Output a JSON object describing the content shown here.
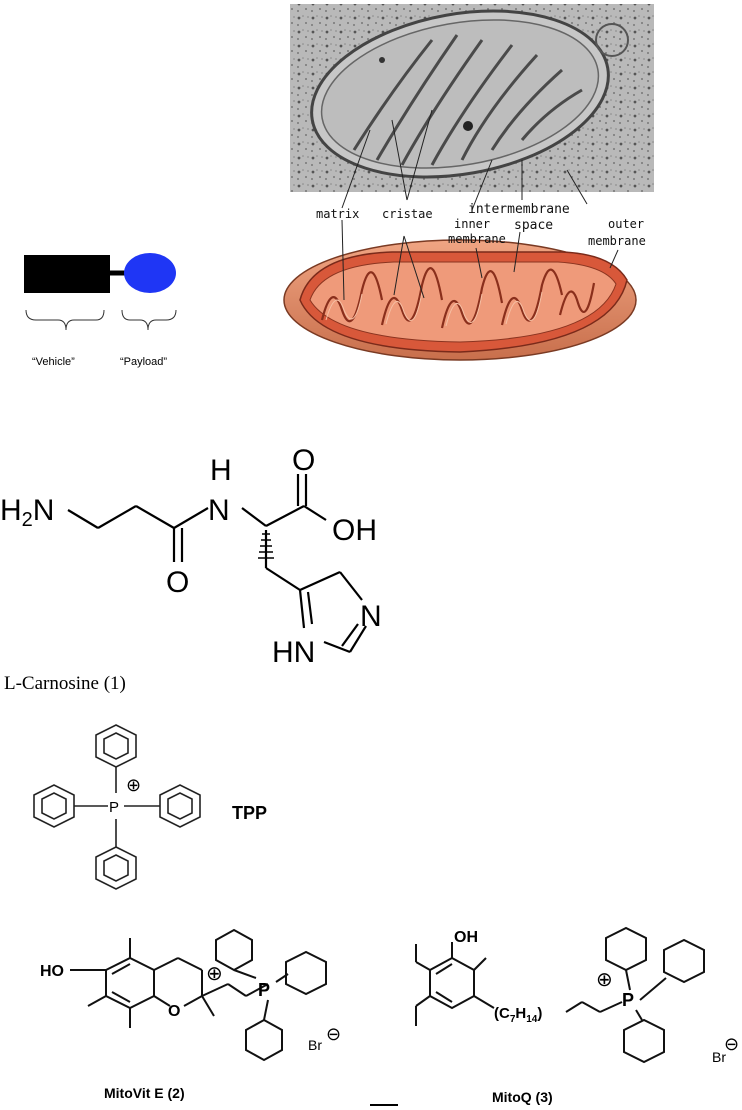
{
  "vehicle_diagram": {
    "vehicle_label": "“Vehicle”",
    "payload_label": "“Payload”"
  },
  "mitochondrion": {
    "labels": {
      "matrix": "matrix",
      "cristae": "cristae",
      "intermembrane": "intermembrane",
      "space": "space",
      "inner": "inner",
      "inner_membrane": "membrane",
      "outer": "outer",
      "outer_membrane": "membrane"
    }
  },
  "carnosine": {
    "atoms": {
      "h2n": "H2N",
      "n_amide": "N",
      "h_amide": "H",
      "o_carbonyl": "O",
      "o_acid": "O",
      "oh": "OH",
      "n_ring": "N",
      "hn_ring": "HN"
    },
    "caption": "L-Carnosine (1)"
  },
  "tpp": {
    "atom_p": "P",
    "charge": "⊕",
    "label": "TPP"
  },
  "mitovit": {
    "ho": "HO",
    "o": "O",
    "p": "P",
    "charge": "⊕",
    "br": "Br",
    "br_charge": "⊖",
    "caption": "MitoVit E (2)"
  },
  "mitoq": {
    "oh": "OH",
    "chain": "(C7H14)",
    "p": "P",
    "charge": "⊕",
    "br": "Br",
    "br_charge": "⊖",
    "caption": "MitoQ (3)"
  }
}
